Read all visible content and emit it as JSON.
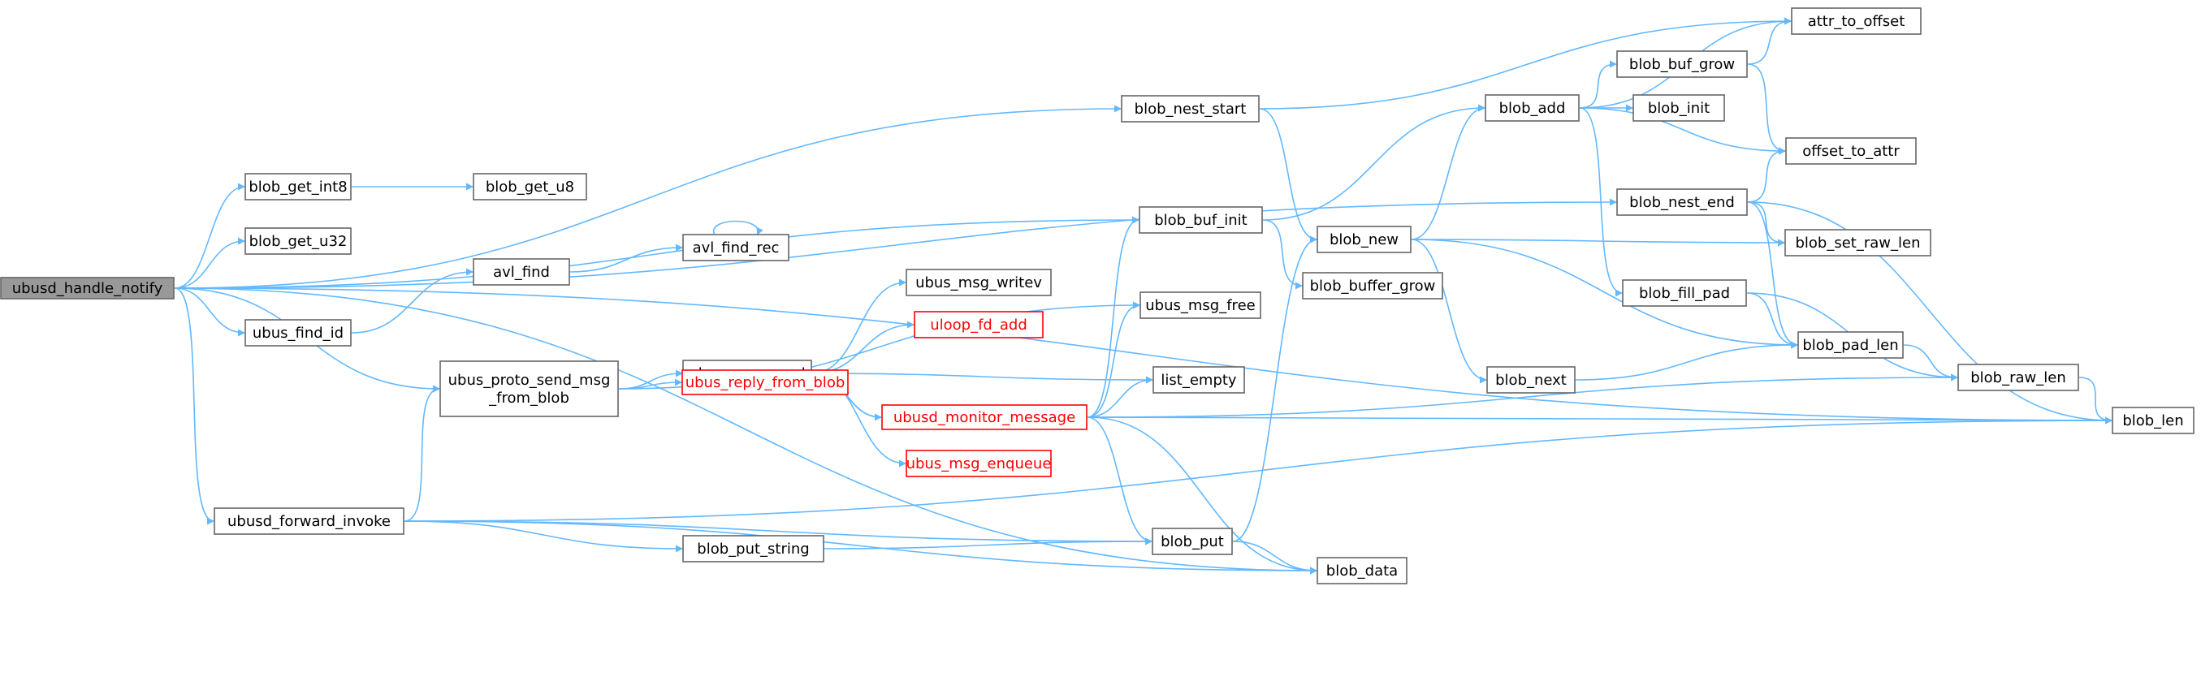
{
  "nodes": [
    {
      "id": "ubusd_handle_notify",
      "lines": [
        "ubusd_handle_notify"
      ],
      "style": "root"
    },
    {
      "id": "blob_get_int8",
      "lines": [
        "blob_get_int8"
      ],
      "style": "normal"
    },
    {
      "id": "blob_get_u8",
      "lines": [
        "blob_get_u8"
      ],
      "style": "normal"
    },
    {
      "id": "blob_get_u32",
      "lines": [
        "blob_get_u32"
      ],
      "style": "normal"
    },
    {
      "id": "ubus_find_id",
      "lines": [
        "ubus_find_id"
      ],
      "style": "normal"
    },
    {
      "id": "avl_find",
      "lines": [
        "avl_find"
      ],
      "style": "normal"
    },
    {
      "id": "avl_find_rec",
      "lines": [
        "avl_find_rec"
      ],
      "style": "normal"
    },
    {
      "id": "ubus_proto_send_msg_from_blob",
      "lines": [
        "ubus_proto_send_msg",
        "_from_blob"
      ],
      "style": "normal"
    },
    {
      "id": "ubusd_forward_invoke",
      "lines": [
        "ubusd_forward_invoke"
      ],
      "style": "normal"
    },
    {
      "id": "ubus_msg_send",
      "lines": [
        "ubus_msg_send"
      ],
      "style": "normal"
    },
    {
      "id": "ubus_reply_from_blob",
      "lines": [
        "ubus_reply_from_blob"
      ],
      "style": "truncated"
    },
    {
      "id": "ubus_msg_writev",
      "lines": [
        "ubus_msg_writev"
      ],
      "style": "normal"
    },
    {
      "id": "uloop_fd_add",
      "lines": [
        "uloop_fd_add"
      ],
      "style": "truncated"
    },
    {
      "id": "ubusd_monitor_message",
      "lines": [
        "ubusd_monitor_message"
      ],
      "style": "truncated"
    },
    {
      "id": "ubus_msg_enqueue",
      "lines": [
        "ubus_msg_enqueue"
      ],
      "style": "truncated"
    },
    {
      "id": "blob_put_string",
      "lines": [
        "blob_put_string"
      ],
      "style": "normal"
    },
    {
      "id": "blob_nest_start",
      "lines": [
        "blob_nest_start"
      ],
      "style": "normal"
    },
    {
      "id": "blob_buf_init",
      "lines": [
        "blob_buf_init"
      ],
      "style": "normal"
    },
    {
      "id": "ubus_msg_free",
      "lines": [
        "ubus_msg_free"
      ],
      "style": "normal"
    },
    {
      "id": "list_empty",
      "lines": [
        "list_empty"
      ],
      "style": "normal"
    },
    {
      "id": "blob_put",
      "lines": [
        "blob_put"
      ],
      "style": "normal"
    },
    {
      "id": "blob_data",
      "lines": [
        "blob_data"
      ],
      "style": "normal"
    },
    {
      "id": "blob_new",
      "lines": [
        "blob_new"
      ],
      "style": "normal"
    },
    {
      "id": "blob_buffer_grow",
      "lines": [
        "blob_buffer_grow"
      ],
      "style": "normal"
    },
    {
      "id": "blob_next",
      "lines": [
        "blob_next"
      ],
      "style": "normal"
    },
    {
      "id": "blob_add",
      "lines": [
        "blob_add"
      ],
      "style": "normal"
    },
    {
      "id": "blob_buf_grow",
      "lines": [
        "blob_buf_grow"
      ],
      "style": "normal"
    },
    {
      "id": "blob_init",
      "lines": [
        "blob_init"
      ],
      "style": "normal"
    },
    {
      "id": "blob_nest_end",
      "lines": [
        "blob_nest_end"
      ],
      "style": "normal"
    },
    {
      "id": "blob_fill_pad",
      "lines": [
        "blob_fill_pad"
      ],
      "style": "normal"
    },
    {
      "id": "attr_to_offset",
      "lines": [
        "attr_to_offset"
      ],
      "style": "normal"
    },
    {
      "id": "offset_to_attr",
      "lines": [
        "offset_to_attr"
      ],
      "style": "normal"
    },
    {
      "id": "blob_set_raw_len",
      "lines": [
        "blob_set_raw_len"
      ],
      "style": "normal"
    },
    {
      "id": "blob_pad_len",
      "lines": [
        "blob_pad_len"
      ],
      "style": "normal"
    },
    {
      "id": "blob_raw_len",
      "lines": [
        "blob_raw_len"
      ],
      "style": "normal"
    },
    {
      "id": "blob_len",
      "lines": [
        "blob_len"
      ],
      "style": "normal"
    }
  ],
  "edges": [
    [
      "ubusd_handle_notify",
      "blob_nest_start"
    ],
    [
      "ubusd_handle_notify",
      "blob_nest_end"
    ],
    [
      "ubusd_handle_notify",
      "blob_get_int8"
    ],
    [
      "ubusd_handle_notify",
      "blob_get_u32"
    ],
    [
      "ubusd_handle_notify",
      "blob_buf_init"
    ],
    [
      "ubusd_handle_notify",
      "ubus_find_id"
    ],
    [
      "ubusd_handle_notify",
      "ubus_proto_send_msg_from_blob"
    ],
    [
      "ubusd_handle_notify",
      "ubusd_forward_invoke"
    ],
    [
      "ubusd_handle_notify",
      "blob_data"
    ],
    [
      "ubusd_handle_notify",
      "blob_len"
    ],
    [
      "blob_get_int8",
      "blob_get_u8"
    ],
    [
      "ubus_find_id",
      "avl_find"
    ],
    [
      "avl_find",
      "avl_find_rec"
    ],
    [
      "avl_find_rec",
      "avl_find_rec"
    ],
    [
      "ubus_proto_send_msg_from_blob",
      "ubus_msg_free"
    ],
    [
      "ubus_proto_send_msg_from_blob",
      "ubus_msg_send"
    ],
    [
      "ubus_proto_send_msg_from_blob",
      "ubus_reply_from_blob"
    ],
    [
      "ubusd_forward_invoke",
      "ubus_proto_send_msg_from_blob"
    ],
    [
      "ubusd_forward_invoke",
      "blob_put"
    ],
    [
      "ubusd_forward_invoke",
      "blob_put_string"
    ],
    [
      "ubusd_forward_invoke",
      "blob_data"
    ],
    [
      "ubusd_forward_invoke",
      "blob_len"
    ],
    [
      "ubus_msg_send",
      "ubus_msg_writev"
    ],
    [
      "ubus_msg_send",
      "uloop_fd_add"
    ],
    [
      "ubus_msg_send",
      "list_empty"
    ],
    [
      "ubus_msg_send",
      "ubusd_monitor_message"
    ],
    [
      "ubus_msg_send",
      "ubus_msg_enqueue"
    ],
    [
      "ubusd_monitor_message",
      "ubus_msg_send"
    ],
    [
      "ubusd_monitor_message",
      "blob_buf_init"
    ],
    [
      "ubusd_monitor_message",
      "ubus_msg_free"
    ],
    [
      "ubusd_monitor_message",
      "list_empty"
    ],
    [
      "ubusd_monitor_message",
      "blob_put"
    ],
    [
      "ubusd_monitor_message",
      "blob_data"
    ],
    [
      "ubusd_monitor_message",
      "blob_raw_len"
    ],
    [
      "ubusd_monitor_message",
      "blob_len"
    ],
    [
      "blob_put_string",
      "blob_put"
    ],
    [
      "blob_nest_start",
      "attr_to_offset"
    ],
    [
      "blob_nest_start",
      "blob_new"
    ],
    [
      "blob_buf_init",
      "blob_add"
    ],
    [
      "blob_buf_init",
      "blob_buffer_grow"
    ],
    [
      "blob_put",
      "blob_new"
    ],
    [
      "blob_put",
      "blob_data"
    ],
    [
      "blob_new",
      "blob_add"
    ],
    [
      "blob_new",
      "blob_set_raw_len"
    ],
    [
      "blob_new",
      "blob_next"
    ],
    [
      "blob_new",
      "blob_pad_len"
    ],
    [
      "blob_next",
      "blob_pad_len"
    ],
    [
      "blob_add",
      "attr_to_offset"
    ],
    [
      "blob_add",
      "blob_buf_grow"
    ],
    [
      "blob_add",
      "blob_init"
    ],
    [
      "blob_add",
      "offset_to_attr"
    ],
    [
      "blob_add",
      "blob_fill_pad"
    ],
    [
      "blob_buf_grow",
      "attr_to_offset"
    ],
    [
      "blob_buf_grow",
      "offset_to_attr"
    ],
    [
      "blob_nest_end",
      "offset_to_attr"
    ],
    [
      "blob_nest_end",
      "blob_set_raw_len"
    ],
    [
      "blob_nest_end",
      "blob_pad_len"
    ],
    [
      "blob_nest_end",
      "blob_len"
    ],
    [
      "blob_fill_pad",
      "blob_pad_len"
    ],
    [
      "blob_fill_pad",
      "blob_raw_len"
    ],
    [
      "blob_pad_len",
      "blob_raw_len"
    ],
    [
      "blob_raw_len",
      "blob_len"
    ]
  ]
}
